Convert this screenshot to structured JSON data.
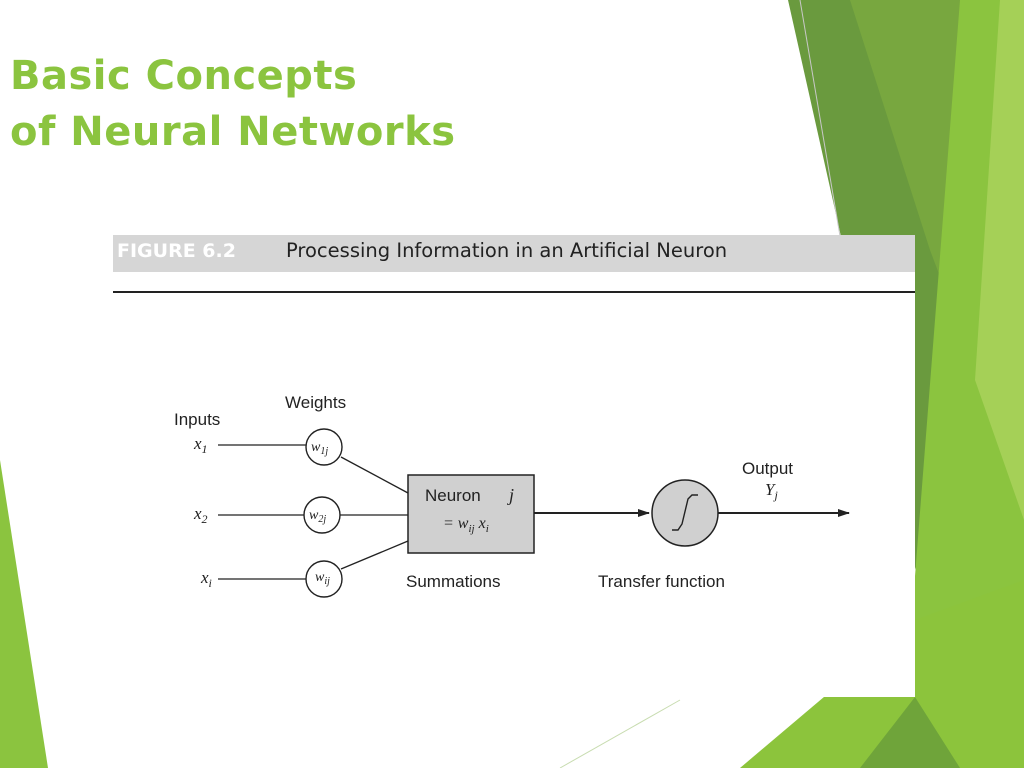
{
  "slide": {
    "title_line1": "Basic Concepts",
    "title_line2": "of Neural Networks",
    "colors": {
      "accent": "#8bc43f",
      "green_dark": "#5e9a3a",
      "green_light": "#9ccc45"
    }
  },
  "figure": {
    "label": "FIGURE 6.2",
    "title": "Processing Information in an Artificial Neuron",
    "diagram": {
      "inputs_label": "Inputs",
      "weights_label": "Weights",
      "inputs": [
        "x1",
        "x2",
        "xi"
      ],
      "weights": [
        "w1j",
        "w2j",
        "wij"
      ],
      "neuron_label": "Neuron",
      "neuron_index": "j",
      "neuron_formula": "= wij xi",
      "summations_label": "Summations",
      "transfer_label": "Transfer function",
      "output_label": "Output",
      "output_symbol": "Yj"
    }
  }
}
